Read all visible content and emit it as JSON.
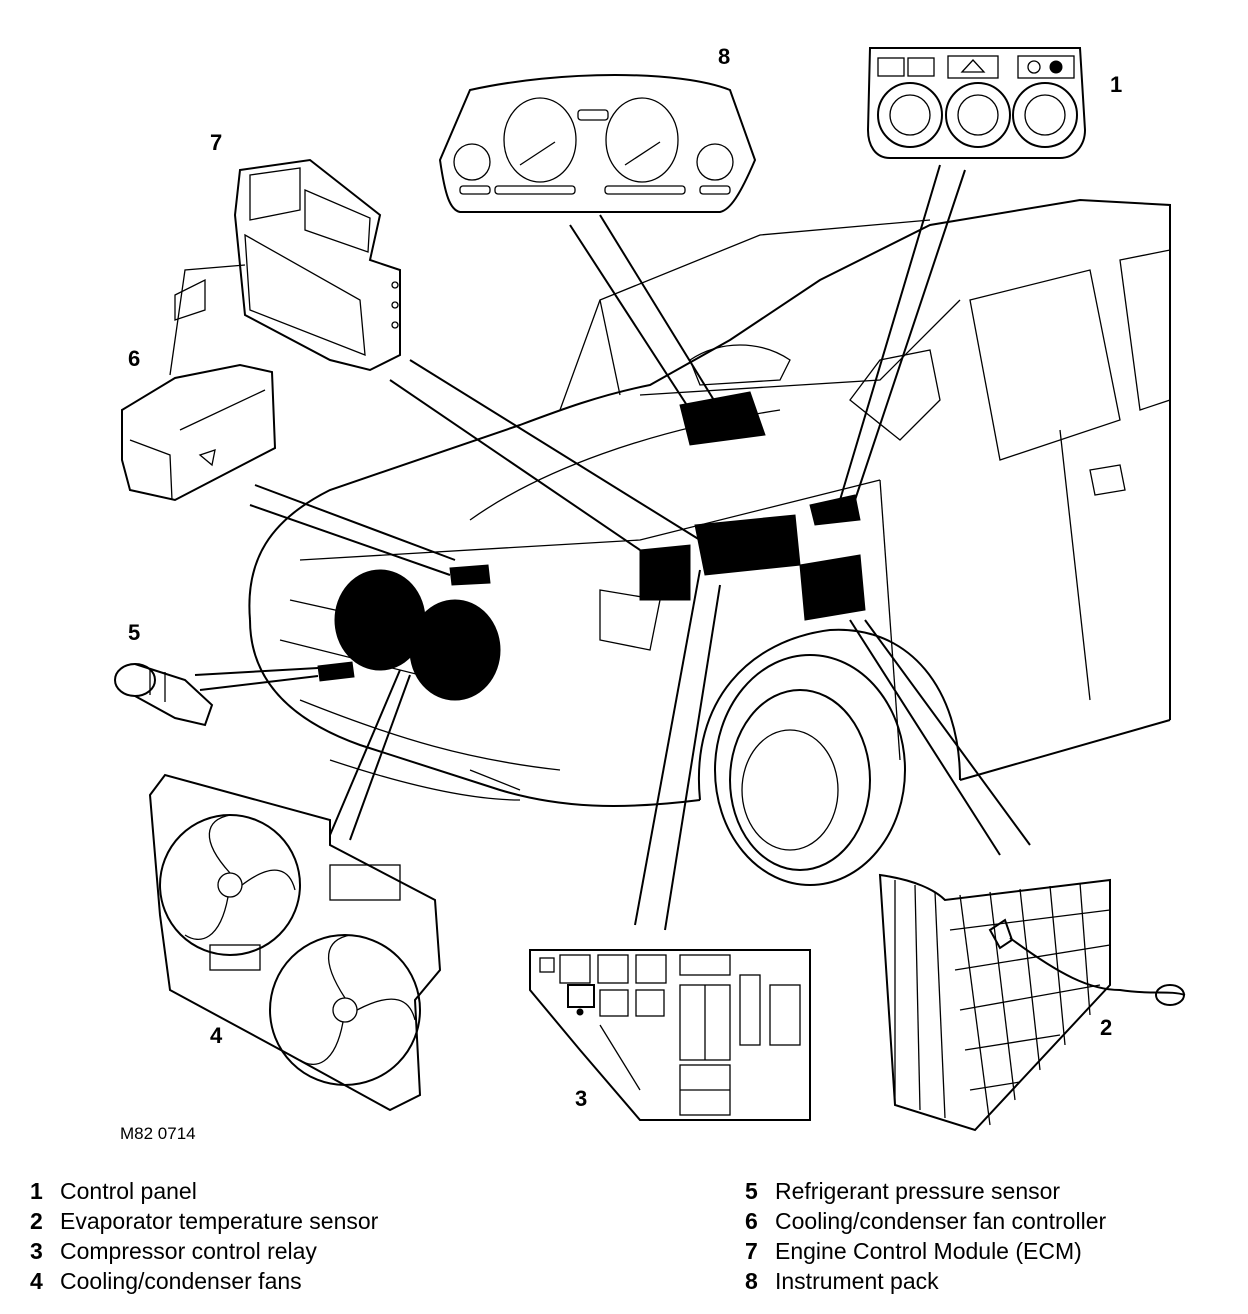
{
  "diagram": {
    "reference_code": "M82 0714",
    "callouts": [
      "8",
      "1",
      "7",
      "6",
      "5",
      "4",
      "3",
      "2"
    ]
  },
  "legend": {
    "left": [
      {
        "num": "1",
        "label": "Control panel"
      },
      {
        "num": "2",
        "label": "Evaporator temperature sensor"
      },
      {
        "num": "3",
        "label": "Compressor control relay"
      },
      {
        "num": "4",
        "label": "Cooling/condenser fans"
      }
    ],
    "right": [
      {
        "num": "5",
        "label": "Refrigerant pressure sensor"
      },
      {
        "num": "6",
        "label": "Cooling/condenser fan controller"
      },
      {
        "num": "7",
        "label": "Engine Control Module (ECM)"
      },
      {
        "num": "8",
        "label": "Instrument pack"
      }
    ]
  }
}
